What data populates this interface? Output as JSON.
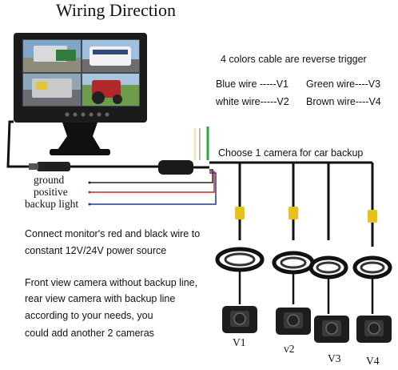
{
  "title": "Wiring Direction",
  "reverse_trigger_note": "4 colors cable are reverse trigger",
  "wire_legend": {
    "blue": "Blue wire -----V1",
    "green": "Green wire----V3",
    "white": "white wire-----V2",
    "brown": "Brown wire----V4"
  },
  "backup_note": "Choose 1 camera for car backup",
  "power_labels": [
    "ground",
    "positive",
    "backup light"
  ],
  "power_note": [
    "Connect monitor's red and black wire to",
    "constant 12V/24V power source"
  ],
  "camera_note": [
    "Front view camera without backup line,",
    "rear view camera with backup line",
    "according to your needs, you",
    "could add another 2 cameras"
  ],
  "camera_labels": [
    "V1",
    "v2",
    "V3",
    "V4"
  ],
  "colors": {
    "monitor": "#1b1b1b",
    "cable": "#111111",
    "connector": "#e8c21a",
    "wire_red": "#c62828",
    "wire_green": "#27a844",
    "wire_white": "#f0e6b8"
  }
}
